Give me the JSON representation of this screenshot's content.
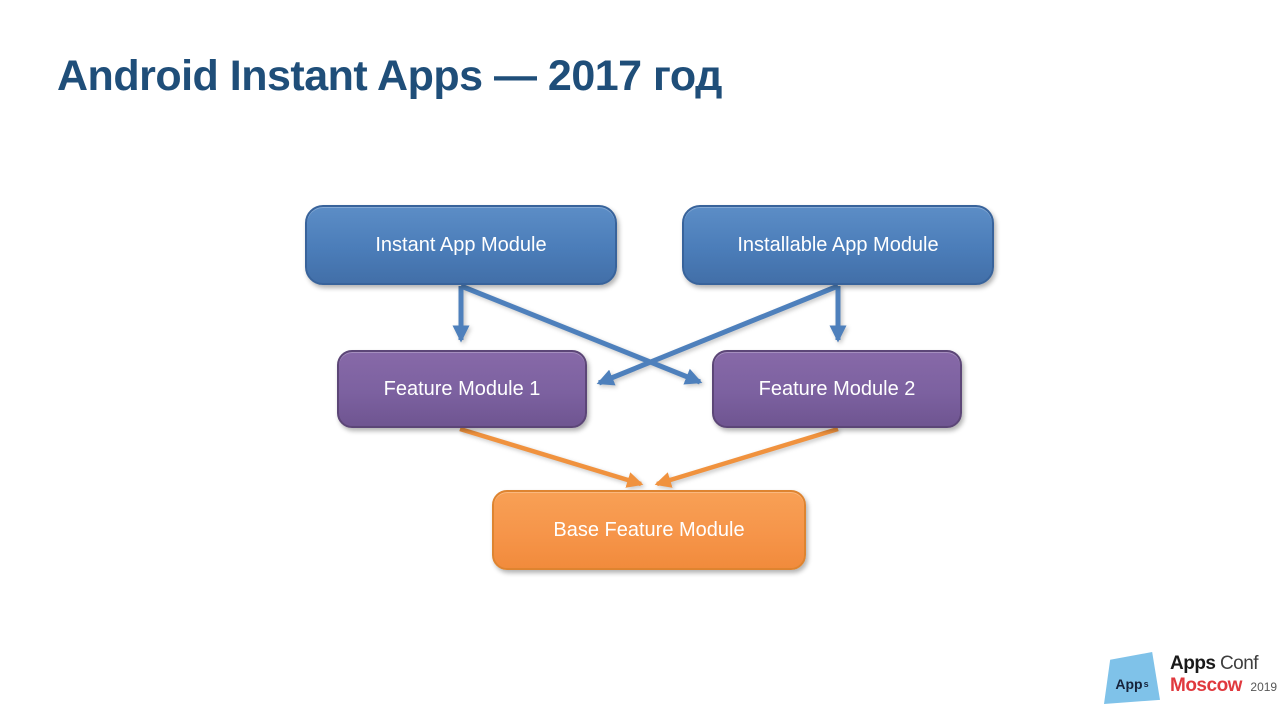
{
  "slide": {
    "title": "Android Instant Apps — 2017 год",
    "title_color": "#1F4E79",
    "background": "#FFFFFF"
  },
  "diagram": {
    "nodes": [
      {
        "id": "instant-app-module",
        "label": "Instant App Module",
        "fill": "#4B7DB9",
        "border": "#38639B",
        "text_color": "#FFFFFF"
      },
      {
        "id": "installable-app-module",
        "label": "Installable App Module",
        "fill": "#4B7DB9",
        "border": "#38639B",
        "text_color": "#FFFFFF"
      },
      {
        "id": "feature-module-1",
        "label": "Feature Module 1",
        "fill": "#7C61A0",
        "border": "#5C4677",
        "text_color": "#FFFFFF"
      },
      {
        "id": "feature-module-2",
        "label": "Feature Module 2",
        "fill": "#7C61A0",
        "border": "#5C4677",
        "text_color": "#FFFFFF"
      },
      {
        "id": "base-feature-module",
        "label": "Base Feature Module",
        "fill": "#F6954A",
        "border": "#DE8430",
        "text_color": "#FFFFFF"
      }
    ],
    "edges": [
      {
        "from": "instant-app-module",
        "to": "feature-module-1",
        "color": "#4E80BC"
      },
      {
        "from": "instant-app-module",
        "to": "feature-module-2",
        "color": "#4E80BC"
      },
      {
        "from": "installable-app-module",
        "to": "feature-module-2",
        "color": "#4E80BC"
      },
      {
        "from": "installable-app-module",
        "to": "feature-module-1",
        "color": "#4E80BC"
      },
      {
        "from": "feature-module-1",
        "to": "base-feature-module",
        "color": "#F0923E"
      },
      {
        "from": "feature-module-2",
        "to": "base-feature-module",
        "color": "#F0923E"
      }
    ]
  },
  "logo": {
    "badge_label": "App",
    "badge_superscript": "s",
    "badge_color": "#7FC2E9",
    "name_bold": "Apps",
    "name_regular": "Conf",
    "city": "Moscow",
    "city_color": "#E0393E",
    "year": "2019"
  }
}
